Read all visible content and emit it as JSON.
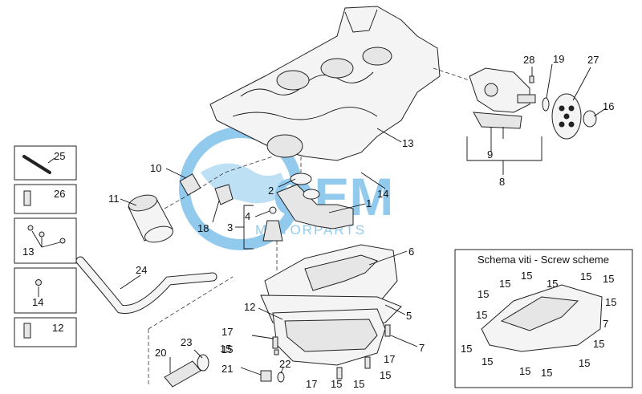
{
  "watermark": {
    "brand": "OEM",
    "sub": "MOTORPARTS",
    "color": "#3aa0e0"
  },
  "scheme_box": {
    "title": "Schema viti - Screw scheme"
  },
  "callouts": {
    "c1": "1",
    "c2": "2",
    "c3": "3",
    "c4": "4",
    "c5": "5",
    "c6": "6",
    "c7": "7",
    "c8": "8",
    "c9": "9",
    "c10": "10",
    "c11": "11",
    "c12": "12",
    "c13": "13",
    "c14": "14",
    "c15": "15",
    "c16": "16",
    "c17": "17",
    "c18": "18",
    "c19": "19",
    "c20": "20",
    "c21": "21",
    "c22": "22",
    "c23": "23",
    "c24": "24",
    "c25": "25",
    "c26": "26",
    "c27": "27",
    "c28": "28"
  }
}
